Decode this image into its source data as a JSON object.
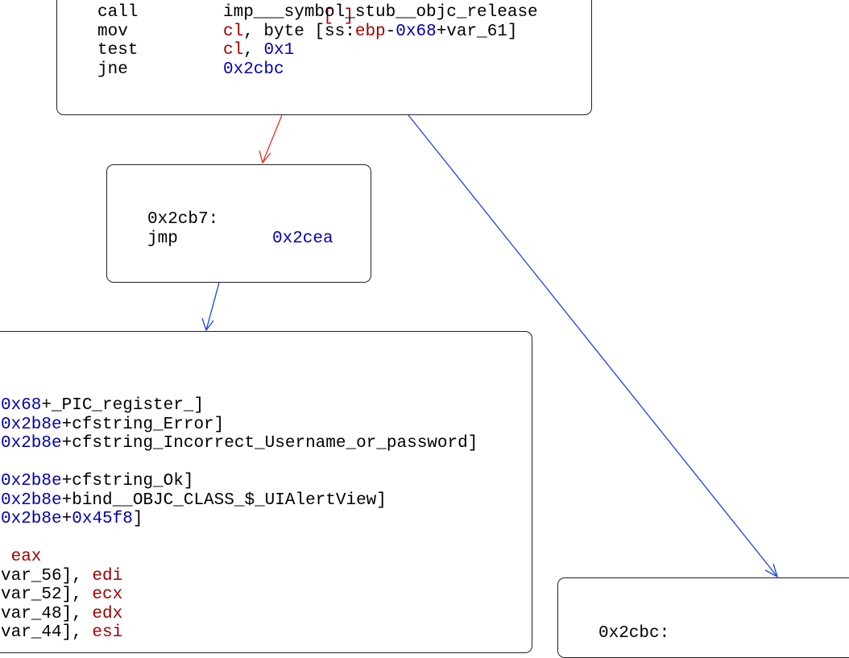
{
  "colors": {
    "register": "#a00000",
    "number": "#0000b0",
    "text": "#000000",
    "edge_true": "#e0301e",
    "edge_false": "#1a44e0"
  },
  "nodes": {
    "top": {
      "partial_text": "[ ]",
      "lines": [
        {
          "mnemonic": "call",
          "operands": [
            {
              "t": "imp___symbol_stub__objc_release",
              "k": "text"
            }
          ]
        },
        {
          "mnemonic": "mov",
          "operands": [
            {
              "t": "cl",
              "k": "register"
            },
            {
              "t": ", byte [ss:",
              "k": "text"
            },
            {
              "t": "ebp",
              "k": "register"
            },
            {
              "t": "-",
              "k": "text"
            },
            {
              "t": "0x68",
              "k": "number"
            },
            {
              "t": "+var_61]",
              "k": "text"
            }
          ]
        },
        {
          "mnemonic": "test",
          "operands": [
            {
              "t": "cl",
              "k": "register"
            },
            {
              "t": ", ",
              "k": "text"
            },
            {
              "t": "0x1",
              "k": "number"
            }
          ]
        },
        {
          "mnemonic": "jne",
          "operands": [
            {
              "t": "0x2cbc",
              "k": "number"
            }
          ]
        }
      ]
    },
    "middle": {
      "label": "0x2cb7:",
      "lines": [
        {
          "mnemonic": "jmp",
          "operands": [
            {
              "t": "0x2cea",
              "k": "number"
            }
          ]
        }
      ]
    },
    "bottom": {
      "lines": [
        [
          {
            "t": "0x68",
            "k": "number"
          },
          {
            "t": "+_PIC_register_]",
            "k": "text"
          }
        ],
        [
          {
            "t": "0x2b8e",
            "k": "number"
          },
          {
            "t": "+cfstring_Error]",
            "k": "text"
          }
        ],
        [
          {
            "t": "0x2b8e",
            "k": "number"
          },
          {
            "t": "+cfstring_Incorrect_Username_or_password]",
            "k": "text"
          }
        ],
        [],
        [
          {
            "t": "0x2b8e",
            "k": "number"
          },
          {
            "t": "+cfstring_Ok]",
            "k": "text"
          }
        ],
        [
          {
            "t": "0x2b8e",
            "k": "number"
          },
          {
            "t": "+bind__OBJC_CLASS_$_UIAlertView]",
            "k": "text"
          }
        ],
        [
          {
            "t": "0x2b8e",
            "k": "number"
          },
          {
            "t": "+",
            "k": "text"
          },
          {
            "t": "0x45f8",
            "k": "number"
          },
          {
            "t": "]",
            "k": "text"
          }
        ],
        [],
        [
          {
            "t": " eax",
            "k": "register"
          }
        ],
        [
          {
            "t": "var_56], ",
            "k": "text"
          },
          {
            "t": "edi",
            "k": "register"
          }
        ],
        [
          {
            "t": "var_52], ",
            "k": "text"
          },
          {
            "t": "ecx",
            "k": "register"
          }
        ],
        [
          {
            "t": "var_48], ",
            "k": "text"
          },
          {
            "t": "edx",
            "k": "register"
          }
        ],
        [
          {
            "t": "var_44], ",
            "k": "text"
          },
          {
            "t": "esi",
            "k": "register"
          }
        ]
      ]
    },
    "right": {
      "label": "0x2cbc:"
    }
  }
}
